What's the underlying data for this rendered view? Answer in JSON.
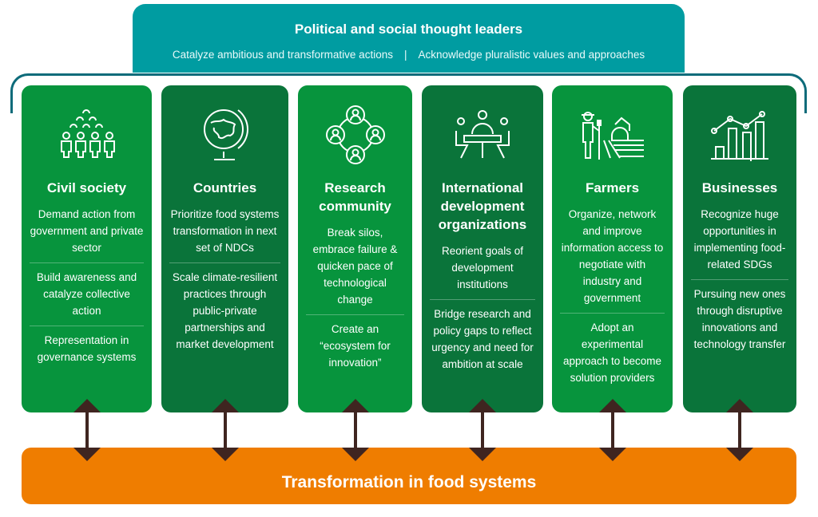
{
  "leaders": {
    "title": "Political and social thought leaders",
    "sub1": "Catalyze ambitious and transformative actions",
    "divider": "|",
    "sub2": "Acknowledge pluralistic values and approaches"
  },
  "actors": [
    {
      "title": "Civil society",
      "icon": "people-group-icon",
      "items": [
        "Demand action from government and private sector",
        "Build awareness and catalyze collective action",
        "Representation in governance systems"
      ]
    },
    {
      "title": "Countries",
      "icon": "globe-icon",
      "items": [
        "Prioritize food systems transformation in next set of NDCs",
        "Scale climate-resilient practices through public-private partnerships and market development"
      ]
    },
    {
      "title": "Research community",
      "icon": "network-people-icon",
      "items": [
        "Break silos, embrace failure & quicken pace of technological change",
        "Create an “ecosystem for innovation”"
      ]
    },
    {
      "title": "International development organizations",
      "icon": "meeting-table-icon",
      "items": [
        "Reorient goals of development institutions",
        "Bridge research and policy gaps to reflect urgency and need for ambition at scale"
      ]
    },
    {
      "title": "Farmers",
      "icon": "farmer-barn-icon",
      "items": [
        "Organize, network and improve information access to negotiate with industry and government",
        "Adopt an experimental approach to become solution providers"
      ]
    },
    {
      "title": "Businesses",
      "icon": "growth-chart-icon",
      "items": [
        "Recognize huge opportunities in implementing food-related SDGs",
        "Pursuing new ones through disruptive innovations and technology transfer"
      ]
    }
  ],
  "outcome": {
    "title": "Transformation in food systems"
  },
  "colors": {
    "teal": "#009ca1",
    "green_light": "#07943d",
    "green_dark": "#0a743a",
    "orange": "#ef7d00",
    "arrow": "#3f2520"
  }
}
